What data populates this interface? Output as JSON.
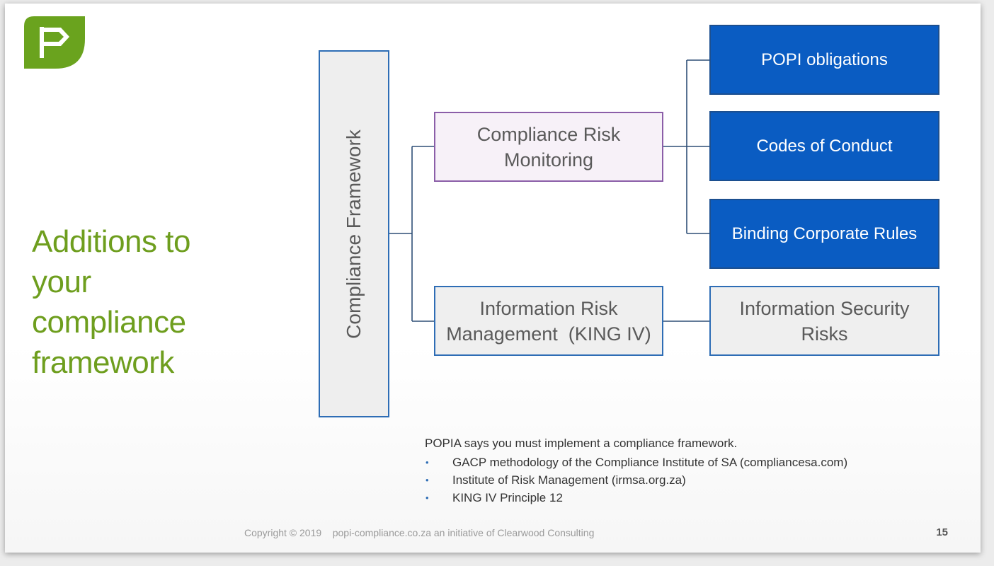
{
  "title": "Additions to your compliance framework",
  "diagram": {
    "root": "Compliance Framework",
    "crm": {
      "line1": "Compliance Risk",
      "line2": "Monitoring"
    },
    "crm_children": [
      "POPI obligations",
      "Codes of Conduct",
      "Binding Corporate Rules"
    ],
    "irm": {
      "line1": "Information Risk",
      "line2": "Management  (KING IV)"
    },
    "irm_child": {
      "line1": "Information Security",
      "line2": "Risks"
    }
  },
  "notes": {
    "lead": "POPIA says you must implement a compliance framework.",
    "bullets": [
      "GACP methodology of the Compliance Institute of SA (compliancesa.com)",
      "Institute of Risk Management (irmsa.org.za)",
      "KING IV Principle 12"
    ],
    "bullet_char": "•"
  },
  "footer": {
    "copyright": "Copyright © 2019    popi-compliance.co.za an initiative of Clearwood Consulting",
    "page_number": "15"
  },
  "colors": {
    "title_green": "#6e9e1e",
    "logo_green": "#6aa31e",
    "box_blue": "#0a5cc2",
    "border_blue": "#2e6db5",
    "border_purple": "#8b5ea8"
  }
}
